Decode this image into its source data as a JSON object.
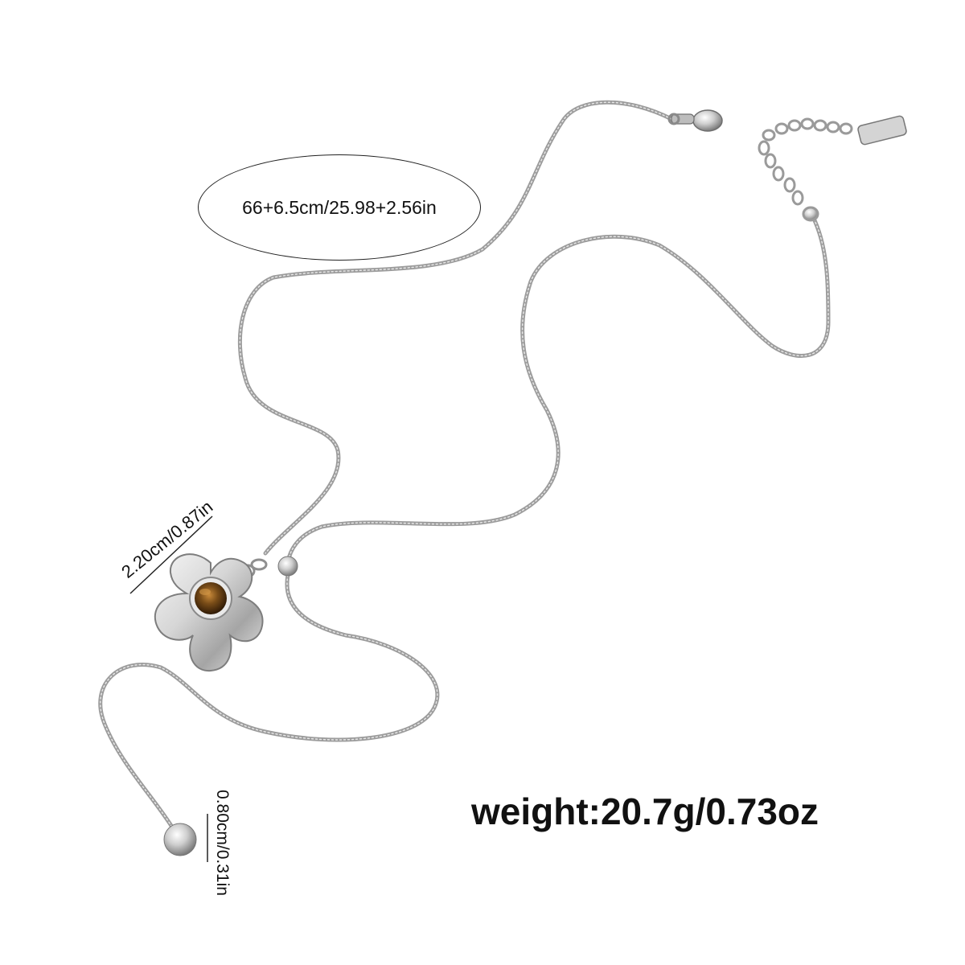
{
  "labels": {
    "length": "66+6.5cm/25.98+2.56in",
    "pendant_size": "2.20cm/0.87in",
    "ball_size": "0.80cm/0.31in",
    "weight": "weight:20.7g/0.73oz"
  },
  "colors": {
    "chain": "#a8a8a8",
    "chain_shadow": "#7a7a7a",
    "silver_light": "#f2f2f2",
    "silver_mid": "#c9c9c9",
    "silver_dark": "#8a8a8a",
    "stone": "#6b4314",
    "stone_highlight": "#c98a3a",
    "text": "#111111",
    "background": "#ffffff"
  }
}
